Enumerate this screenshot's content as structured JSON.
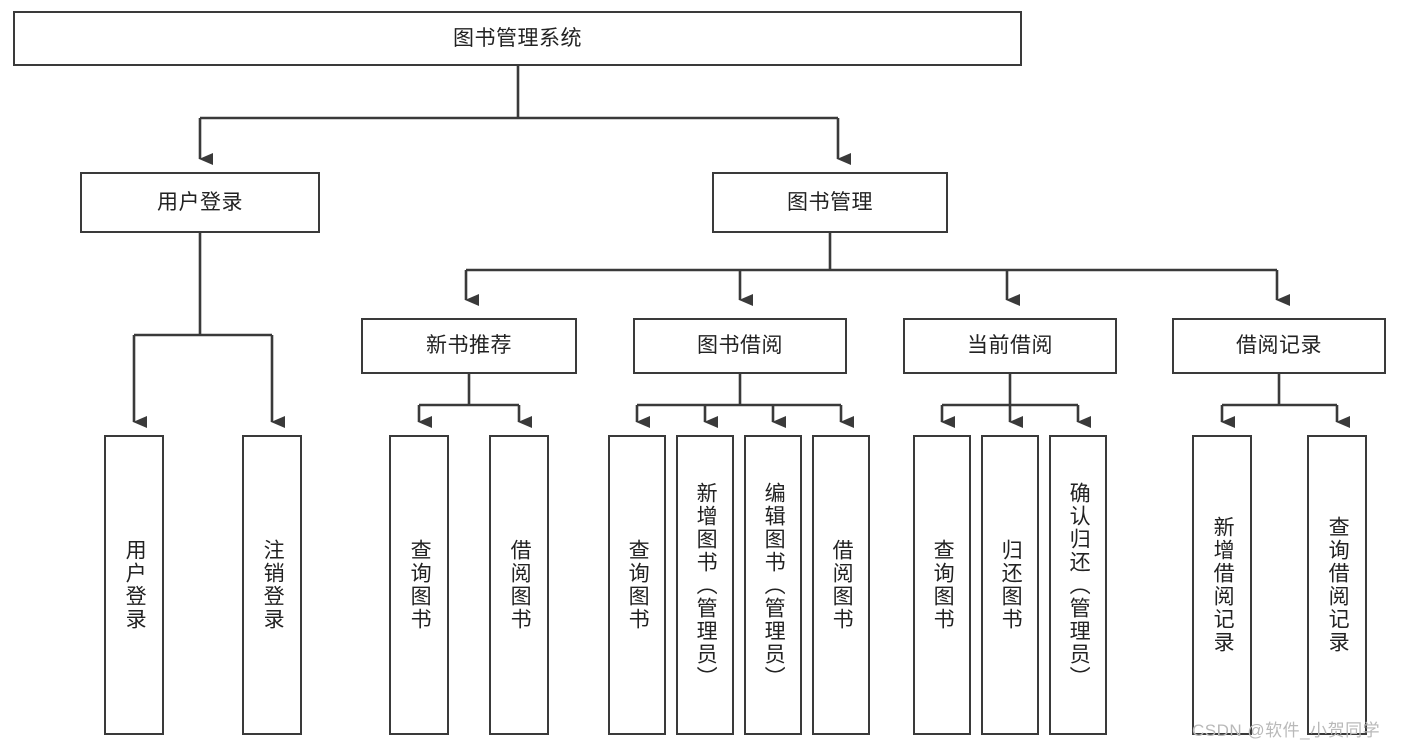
{
  "diagram": {
    "type": "tree-hierarchy",
    "title": "图书管理系统",
    "watermark": "CSDN @软件_小贺同学",
    "colors": {
      "box_border": "#3a3a3a",
      "box_fill": "#ffffff",
      "connector": "#3a3a3a",
      "text": "#222222",
      "watermark": "#b9b9b9"
    },
    "levels": {
      "root": {
        "label": "图书管理系统"
      },
      "level2": [
        {
          "id": "user-login",
          "label": "用户登录"
        },
        {
          "id": "book-management",
          "label": "图书管理"
        }
      ],
      "level3": [
        {
          "id": "new-book-recommend",
          "label": "新书推荐",
          "parent": "book-management"
        },
        {
          "id": "book-borrow",
          "label": "图书借阅",
          "parent": "book-management"
        },
        {
          "id": "current-borrow",
          "label": "当前借阅",
          "parent": "book-management"
        },
        {
          "id": "borrow-record",
          "label": "借阅记录",
          "parent": "book-management"
        }
      ],
      "leaves": {
        "user-login": [
          {
            "id": "leaf-user-login",
            "label": "用户登录"
          },
          {
            "id": "leaf-logout-login",
            "label": "注销登录"
          }
        ],
        "new-book-recommend": [
          {
            "id": "leaf-query-book-1",
            "label": "查询图书"
          },
          {
            "id": "leaf-borrow-book-1",
            "label": "借阅图书"
          }
        ],
        "book-borrow": [
          {
            "id": "leaf-query-book-2",
            "label": "查询图书"
          },
          {
            "id": "leaf-add-book",
            "label": "新增图书（管理员）"
          },
          {
            "id": "leaf-edit-book",
            "label": "编辑图书（管理员）"
          },
          {
            "id": "leaf-borrow-book-2",
            "label": "借阅图书"
          }
        ],
        "current-borrow": [
          {
            "id": "leaf-query-book-3",
            "label": "查询图书"
          },
          {
            "id": "leaf-return-book",
            "label": "归还图书"
          },
          {
            "id": "leaf-confirm-return",
            "label": "确认归还（管理员）"
          }
        ],
        "borrow-record": [
          {
            "id": "leaf-add-record",
            "label": "新增借阅记录"
          },
          {
            "id": "leaf-query-record",
            "label": "查询借阅记录"
          }
        ]
      }
    }
  }
}
